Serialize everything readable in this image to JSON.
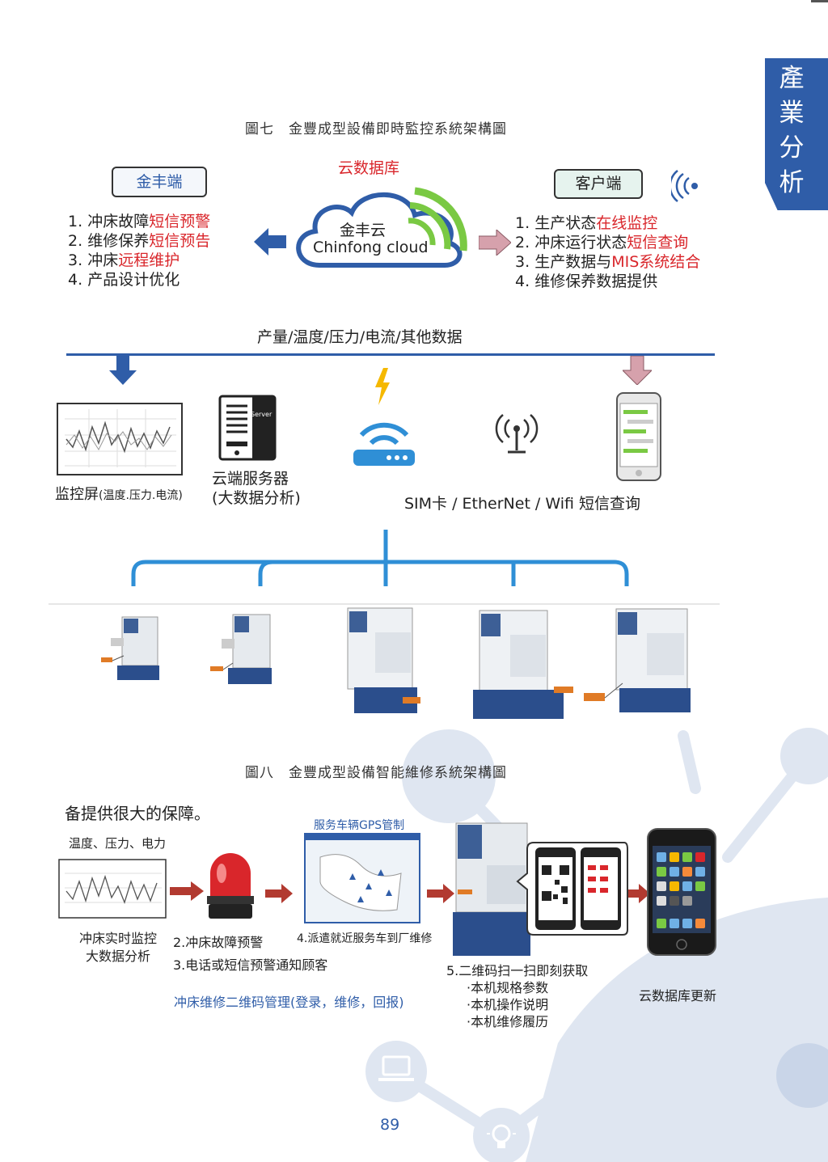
{
  "side_tab": {
    "chars": [
      "產",
      "業",
      "分",
      "析"
    ]
  },
  "figure7": {
    "label": "圖七",
    "title": "金豐成型設備即時監控系統架構圖",
    "cloud_db": "云数据库",
    "cloud_name_cn": "金丰云",
    "cloud_name_en": "Chinfong cloud",
    "left_box": "金丰端",
    "right_box": "客户端",
    "left_items": [
      {
        "num": "1.",
        "plain": "冲床故障",
        "red": "短信预警",
        "tail": ""
      },
      {
        "num": "2.",
        "plain": "维修保养",
        "red": "短信预告",
        "tail": ""
      },
      {
        "num": "3.",
        "plain": "冲床",
        "red": "远程维护",
        "tail": ""
      },
      {
        "num": "4.",
        "plain": "产品设计优化",
        "red": "",
        "tail": ""
      }
    ],
    "right_items": [
      {
        "num": "1.",
        "plain": "生产状态",
        "red": "在线监控",
        "tail": ""
      },
      {
        "num": "2.",
        "plain": "冲床运行状态",
        "red": "短信查询",
        "tail": ""
      },
      {
        "num": "3.",
        "plain": "生产数据与",
        "red": "MIS系统结合",
        "tail": ""
      },
      {
        "num": "4.",
        "plain": "维修保养数据提供",
        "red": "",
        "tail": ""
      }
    ],
    "data_bus_label": "产量/温度/压力/电流/其他数据",
    "monitor_label": "监控屏",
    "monitor_sub": "(温度.压力.电流)",
    "server_label_1": "云端服务器",
    "server_label_2": "(大数据分析)",
    "server_badge": "Server",
    "network_label": "SIM卡 / EtherNet / Wifi 短信查询"
  },
  "figure8": {
    "label": "圖八",
    "title": "金豐成型設備智能維修系統架構圖",
    "heading": "备提供很大的保障。",
    "sensor_label": "温度、压力、电力",
    "gps_label": "服务车辆GPS管制",
    "step1_a": "冲床实时监控",
    "step1_b": "大数据分析",
    "step2": "2.冲床故障预警",
    "step3": "3.电话或短信预警通知顾客",
    "step4": "4.派遣就近服务车到厂维修",
    "step5": "5.二维码扫一扫即刻获取",
    "step5_items": [
      "·本机规格参数",
      "·本机操作说明",
      "·本机维修履历"
    ],
    "cloud_update": "云数据库更新",
    "qr_mgmt": "冲床维修二维码管理(登录，维修，回报)"
  },
  "page_number": "89",
  "colors": {
    "accent_blue": "#2f5da8",
    "red": "#d9262b",
    "pink_arrow": "#d6a1ac",
    "dark_red_arrow": "#b23a30"
  }
}
